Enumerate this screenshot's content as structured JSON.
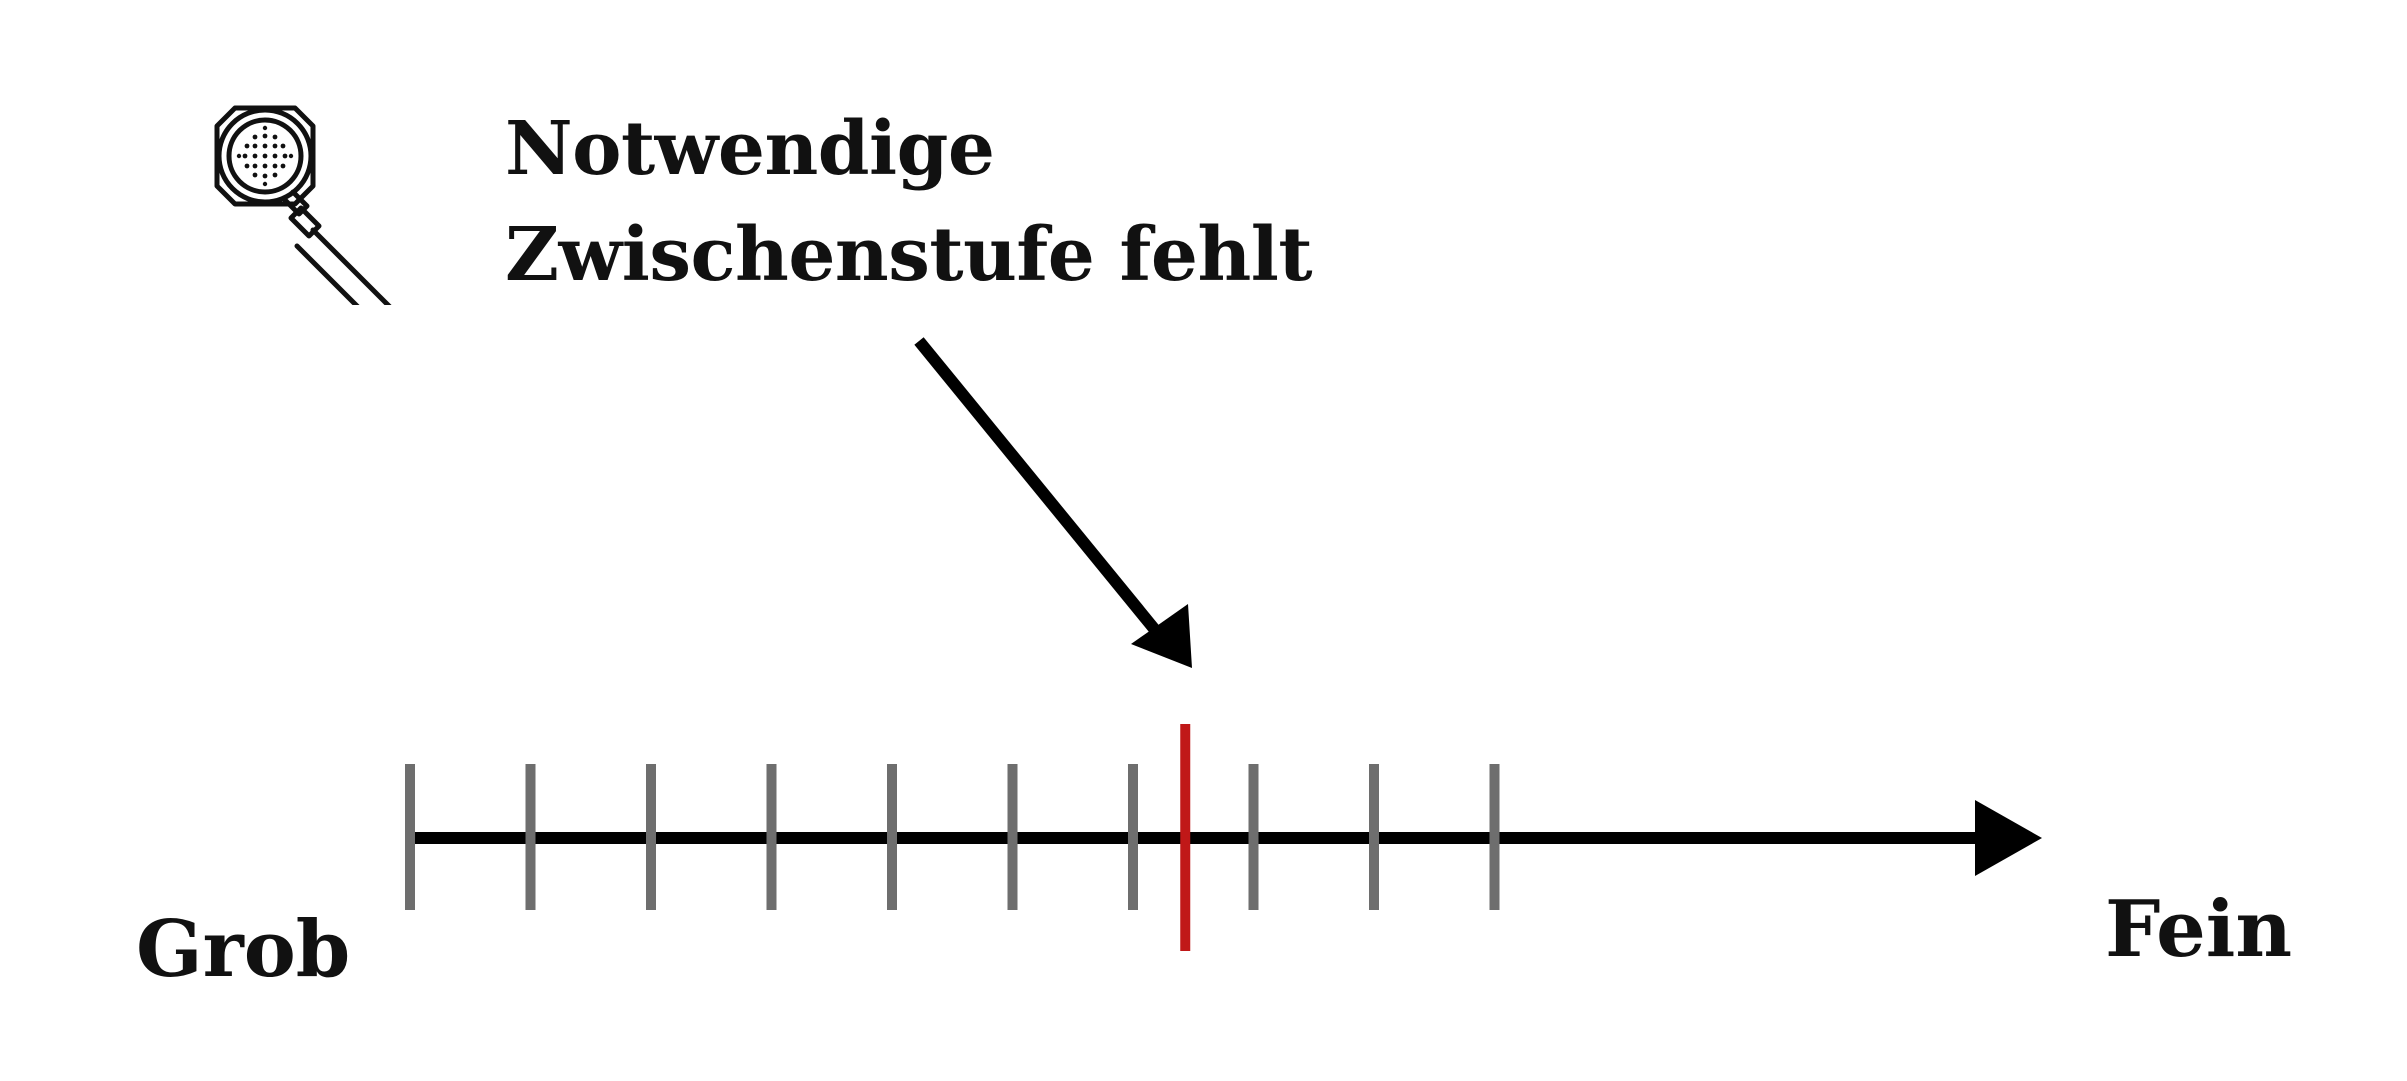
{
  "callout": {
    "line1": "Notwendige",
    "line2": "Zwischenstufe fehlt"
  },
  "scale": {
    "left_label": "Grob",
    "right_label": "Fein",
    "tick_count": 10,
    "missing_step_after_tick": 7,
    "tick_color": "#6e6e6e",
    "missing_step_color": "#c01818",
    "axis_color": "#000000"
  },
  "icons": {
    "top_left": "portafilter-icon"
  }
}
